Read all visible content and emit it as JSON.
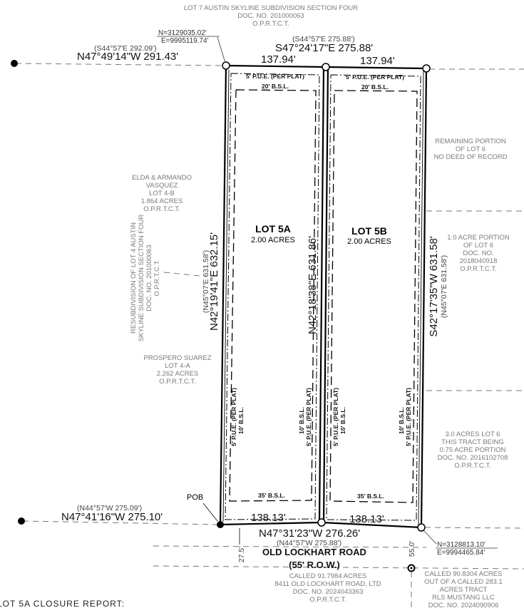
{
  "adjoiners": {
    "north": [
      "LOT 7 AUSTIN SKYLINE SUBDIVISION SECTION FOUR",
      "DOC. NO. 201000063",
      "O.P.R.T.C.T."
    ],
    "vasquez": [
      "ELDA & ARMANDO",
      "VASQUEZ",
      "LOT 4-B",
      "1.864 ACRES",
      "O.P.R.T.C.T."
    ],
    "resubdivision": [
      "RESUBDIVISION OF LOT 4 AUSTIN",
      "SKYLINE SUBDIVISION SECTION FOUR",
      "DOC. NO. 201000063",
      "O.P.R.T.C.T."
    ],
    "suarez": [
      "PROSPERO SUAREZ",
      "LOT 4-A",
      "2.262 ACRES",
      "O.P.R.T.C.T."
    ],
    "remaining": [
      "REMAINING PORTION",
      "OF LOT 6",
      "NO DEED OF RECORD"
    ],
    "one_acre": [
      "1.0 ACRE PORTION",
      "OF LOT 6",
      "DOC. NO.",
      "2018040918",
      "O.P.R.T.C.T."
    ],
    "three_acre": [
      "3.0 ACRES LOT 6",
      "THIS TRACT BEING",
      "0.75 ACRE PORTION",
      "DOC. NO. 2016102708",
      "O.P.R.T.C.T."
    ],
    "called_91": [
      "CALLED 91.7984 ACRES",
      "8411 OLD LOCKHART ROAD, LTD",
      "DOC. NO. 2024043363",
      "O.P.R.T.C.T."
    ],
    "called_90": [
      "CALLED 90.8304 ACRES",
      "OUT OF A CALLED 283.1",
      "ACRES TRACT",
      "RLS MUSTANG LLC",
      "DOC. NO. 2024090906"
    ]
  },
  "coords": {
    "nw": {
      "n": "N=3129035.02'",
      "e": "E=9995119.74'"
    },
    "se": {
      "n": "N=3128813.10'",
      "e": "E=9994465.84'"
    }
  },
  "bearings": {
    "north_west_line": {
      "record": "(S44°57'E 292.09')",
      "measured": "N47°49'14\"W 291.43'"
    },
    "north_line": {
      "record": "(S44°57'E 275.88')",
      "measured": "S47°24'17\"E 275.88'",
      "seg1": "137.94'",
      "seg2": "137.94'"
    },
    "west_line": {
      "record": "(N45°07'E 631.58')",
      "measured": "N42°19'41\"E 632.15'"
    },
    "middle_line": {
      "measured": "N42°18'38\"E 631.86'"
    },
    "east_line": {
      "record": "(N45°07'E 631.58')",
      "measured": "S42°17'35\"W 631.58'"
    },
    "south_west_line": {
      "record": "(N44°57'W 275.09')",
      "measured": "N47°41'16\"W 275.10'"
    },
    "south_line": {
      "record": "(N44°57'W 275.88')",
      "measured": "N47°31'23\"W 276.26'",
      "seg1": "138.13'",
      "seg2": "138.13'"
    }
  },
  "lots": [
    {
      "name": "LOT 5A",
      "area": "2.00 ACRES"
    },
    {
      "name": "LOT 5B",
      "area": "2.00 ACRES"
    }
  ],
  "easements": {
    "pue_top": "5' P.U.E. (PER PLAT)",
    "bsl_top": "20' B.S.L.",
    "bsl_bottom": "35' B.S.L.",
    "pue_side": "5' P.U.E. (PER PLAT)",
    "bsl_side": "10' B.S.L."
  },
  "pob": "POB",
  "road": {
    "name": "OLD LOCKHART ROAD",
    "row": "(55' R.O.W.)",
    "half_width": "27.5'",
    "full_width": "55.0'"
  },
  "closure_title": "LOT 5A CLOSURE REPORT:"
}
